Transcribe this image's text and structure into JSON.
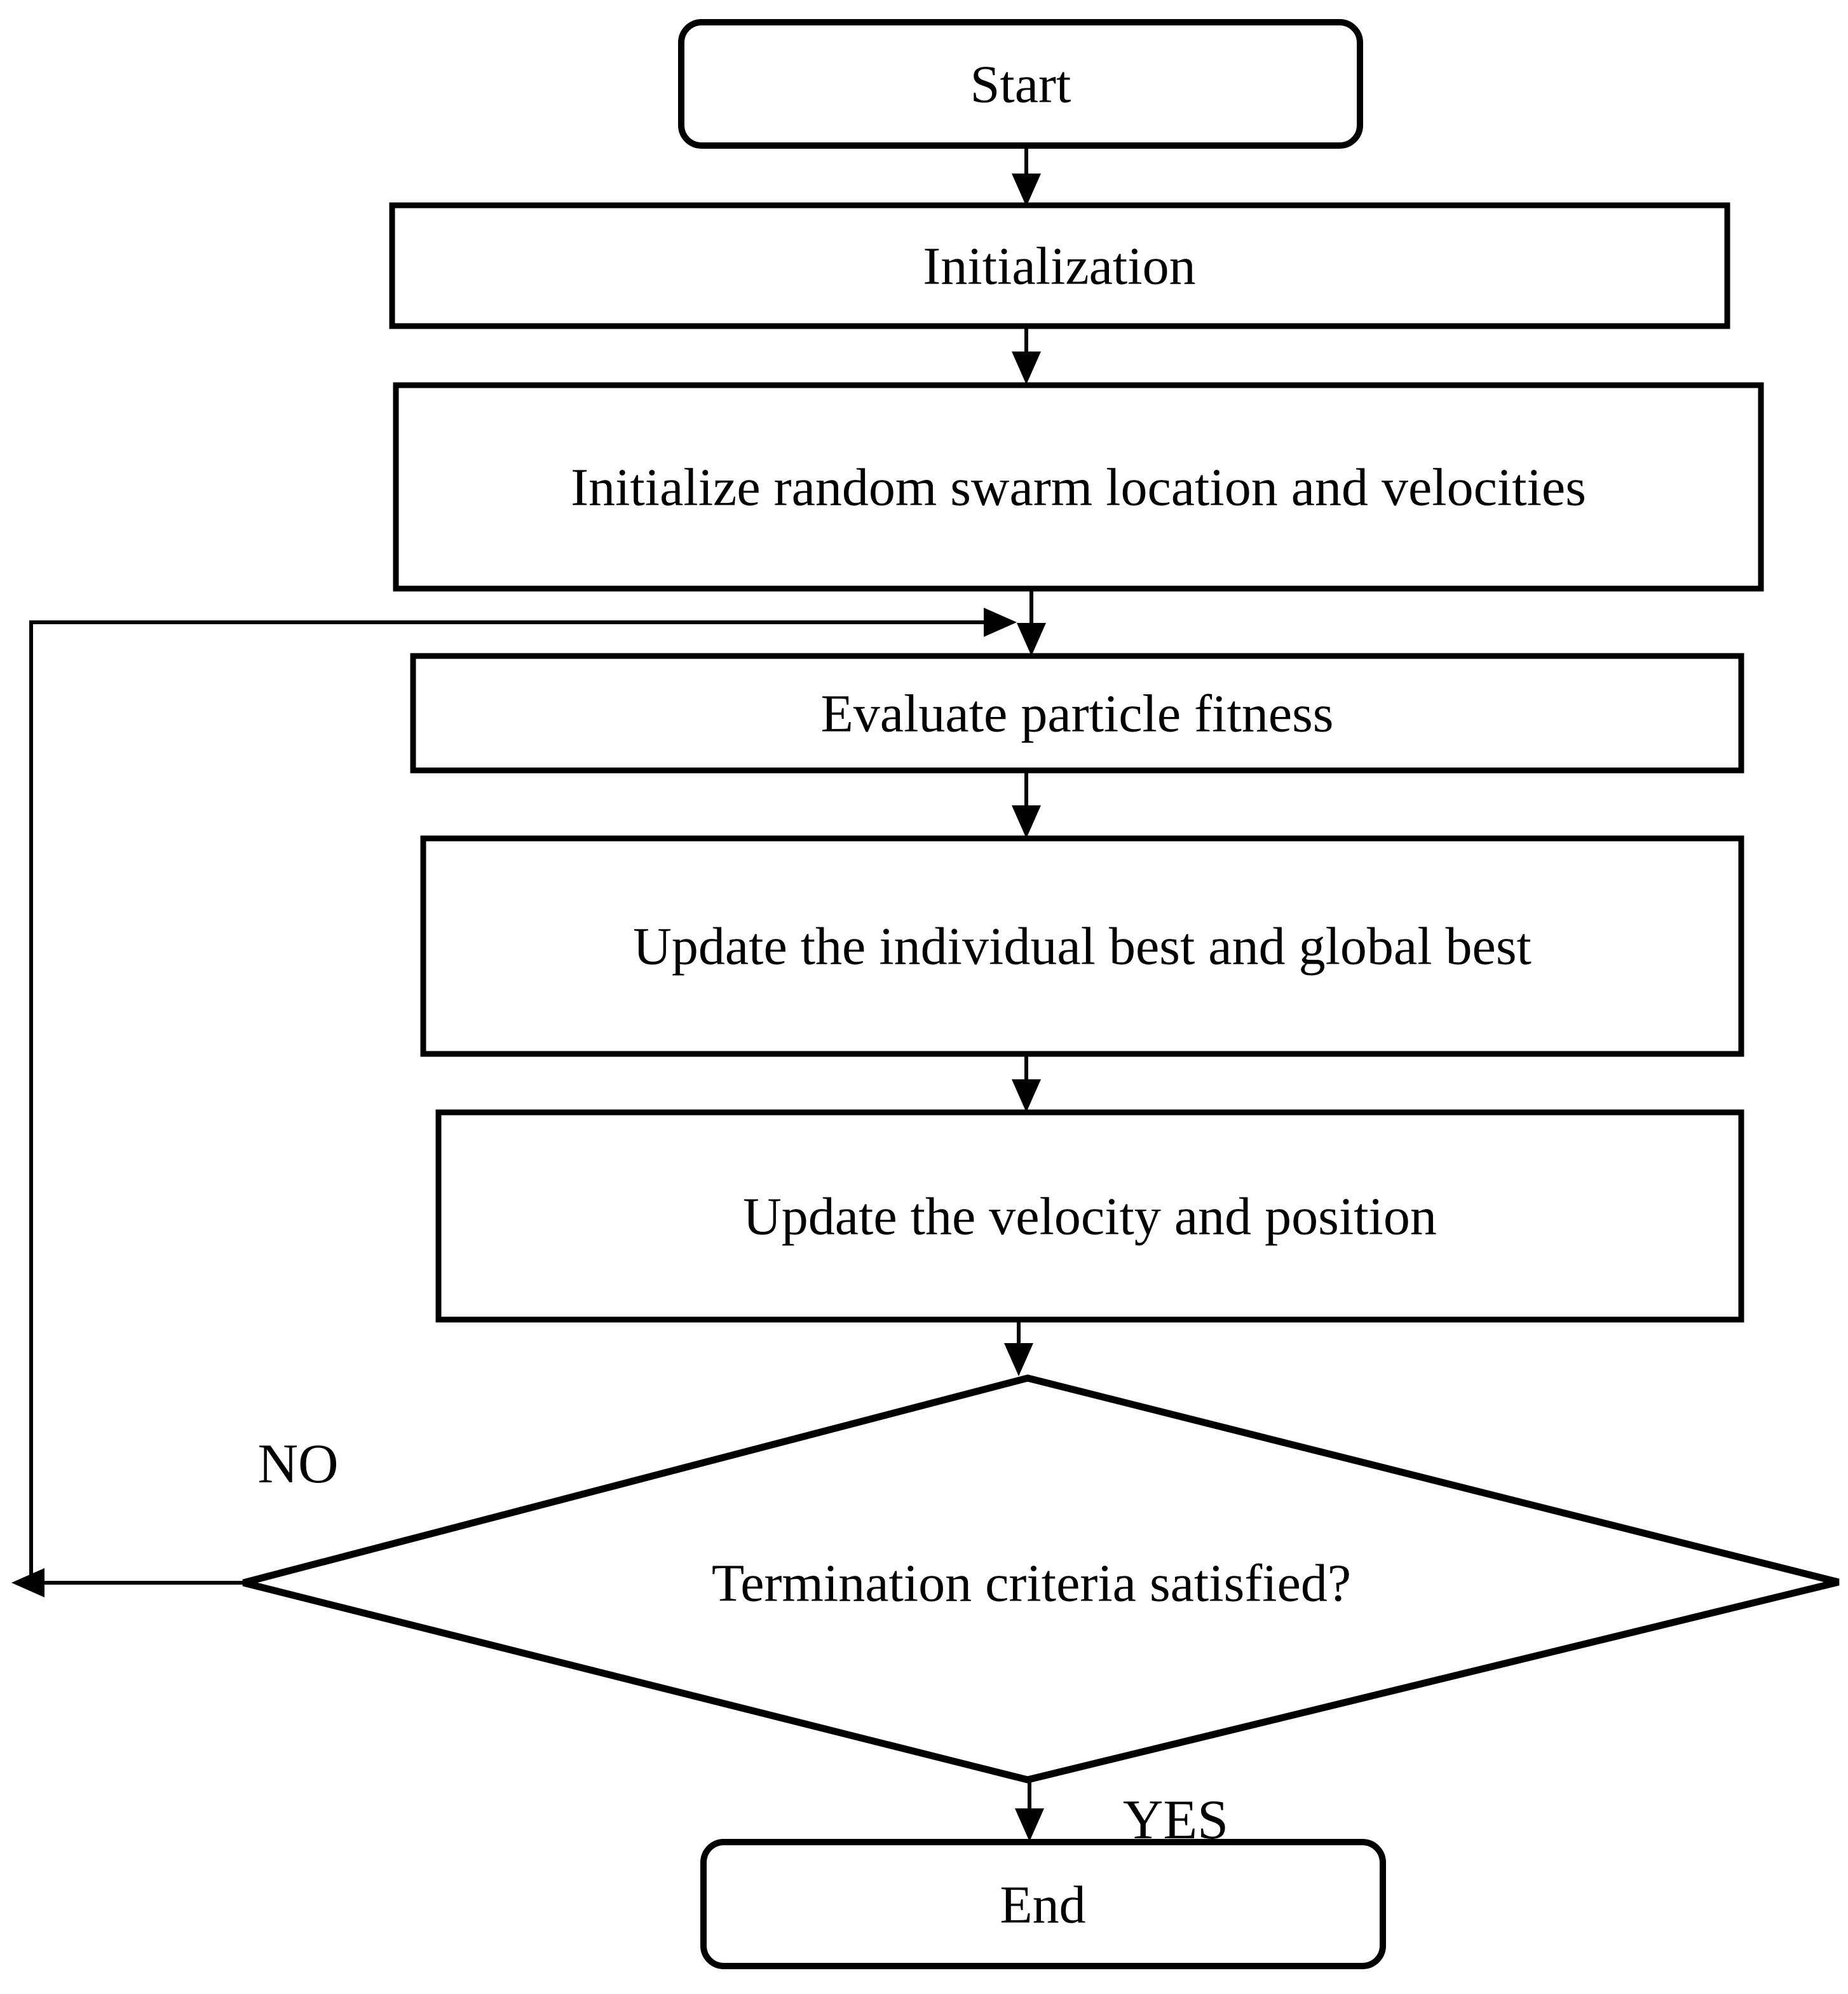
{
  "diagram": {
    "type": "flowchart",
    "background_color": "#ffffff",
    "stroke_color": "#000000",
    "text_color": "#000000",
    "nodes": [
      {
        "id": "start",
        "type": "terminator",
        "label": "Start"
      },
      {
        "id": "initialization",
        "type": "process",
        "label": "Initialization"
      },
      {
        "id": "initialize-swarm",
        "type": "process",
        "label": "Initialize random swarm location and velocities"
      },
      {
        "id": "evaluate-fitness",
        "type": "process",
        "label": "Evaluate particle fitness"
      },
      {
        "id": "update-best",
        "type": "process",
        "label": "Update the individual best and global best"
      },
      {
        "id": "update-velocity-position",
        "type": "process",
        "label": "Update the velocity and position"
      },
      {
        "id": "termination-decision",
        "type": "decision",
        "label": "Termination criteria satisfied?"
      },
      {
        "id": "end",
        "type": "terminator",
        "label": "End"
      }
    ],
    "branch_labels": {
      "no": "NO",
      "yes": "YES"
    }
  }
}
